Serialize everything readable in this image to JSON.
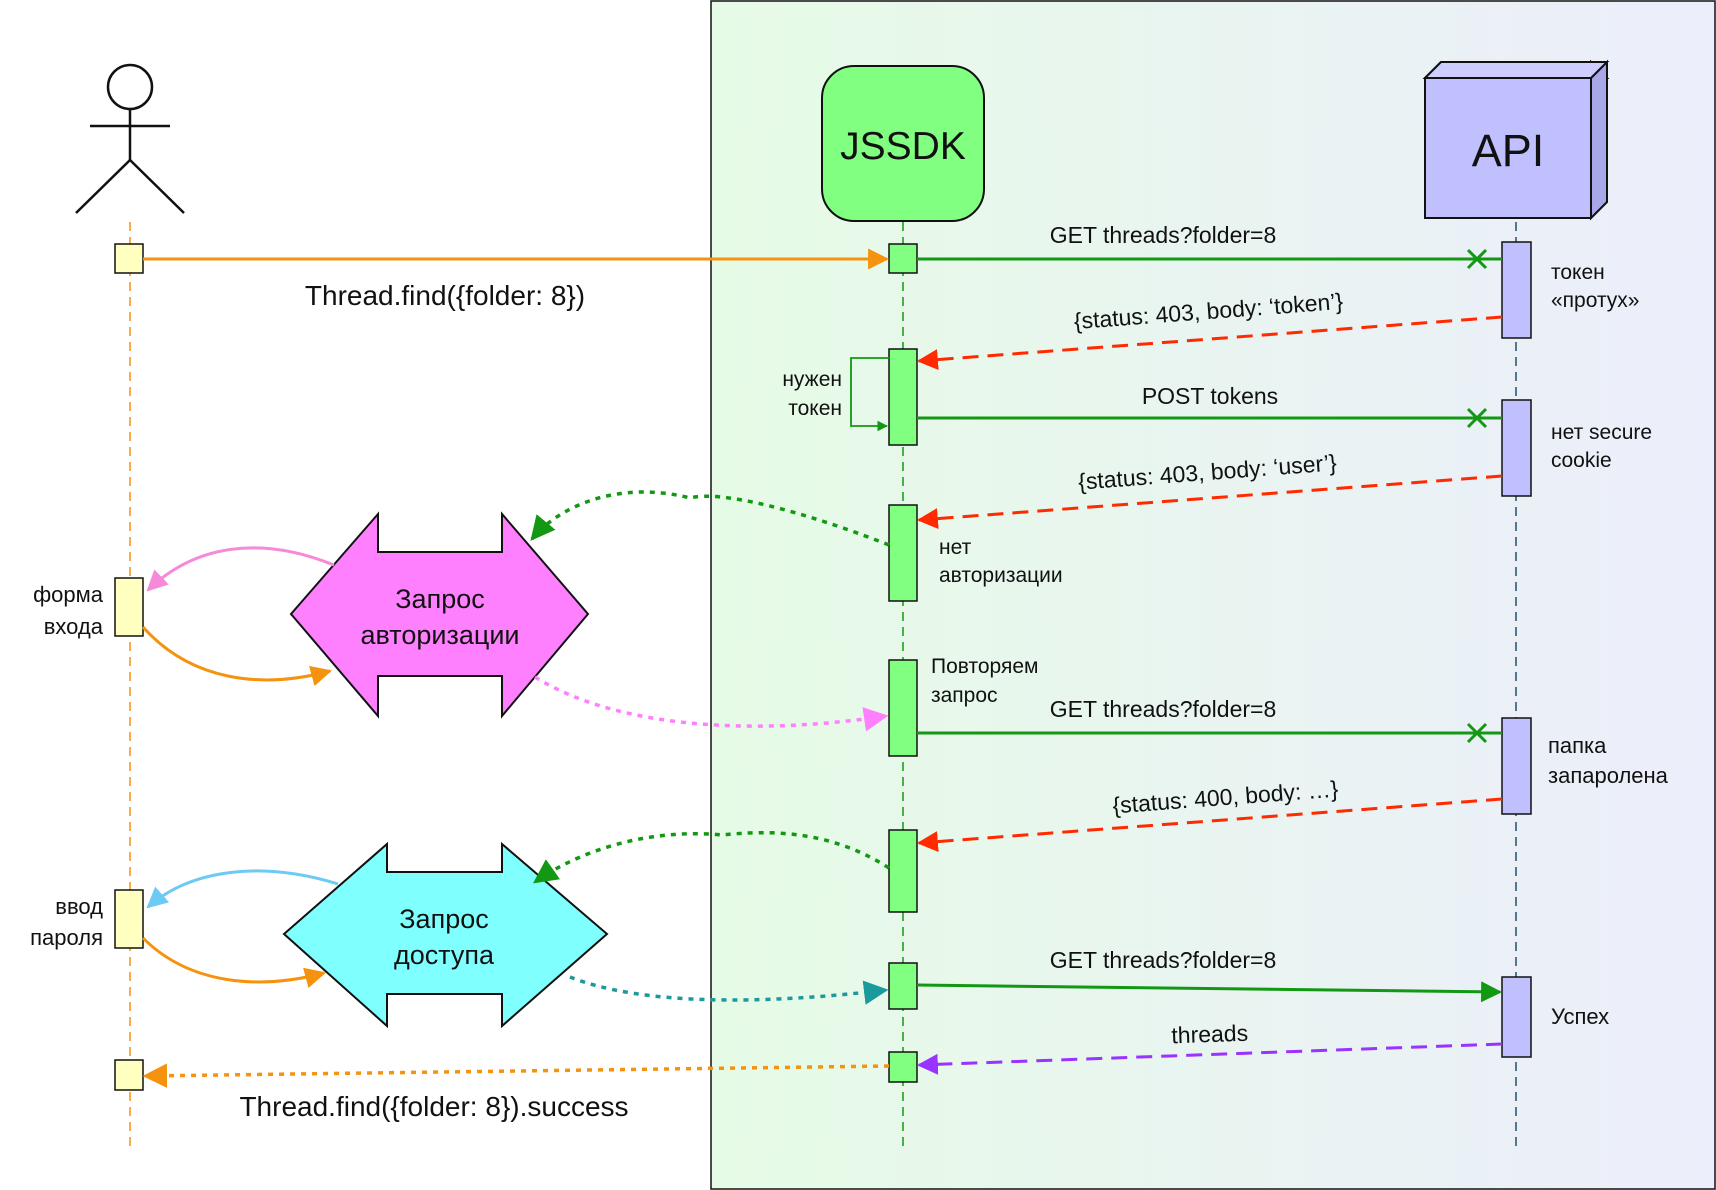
{
  "participants": {
    "jssdk": "JSSDK",
    "api": "API"
  },
  "messages": {
    "find_call": "Thread.find({folder: 8})",
    "get1": "GET threads?folder=8",
    "resp1": "{status: 403, body: ‘token’}",
    "post_tokens": "POST tokens",
    "resp2": "{status: 403, body: ‘user’}",
    "get2": "GET threads?folder=8",
    "resp3": "{status: 400, body: …}",
    "get3": "GET threads?folder=8",
    "threads": "threads",
    "find_success": "Thread.find({folder: 8}).success"
  },
  "notes": {
    "token_expired": [
      "токен",
      "«протух»"
    ],
    "need_token": [
      "нужен",
      "токен"
    ],
    "no_secure_cookie": [
      "нет secure",
      "cookie"
    ],
    "no_auth": [
      "нет",
      "авторизации"
    ],
    "retry": [
      "Повторяем",
      "запрос"
    ],
    "folder_locked": [
      "папка",
      "запаролена"
    ],
    "success": "Успех",
    "login_form": [
      "форма",
      "входа"
    ],
    "password_entry": [
      "ввод",
      "пароля"
    ]
  },
  "shapes": {
    "auth_request": [
      "Запрос",
      "авторизации"
    ],
    "access_request": [
      "Запрос",
      "доступа"
    ]
  },
  "colors": {
    "jssdk_fill": "#80ff80",
    "api_fill": "#c0c0ff",
    "user_box_fill": "#ffffc0",
    "pink_shape": "#ff80ff",
    "cyan_shape": "#80ffff",
    "orange": "#f5920e",
    "green": "#129812",
    "red": "#ff2a00",
    "purple": "#9933ff",
    "teal": "#1a9a9a"
  }
}
